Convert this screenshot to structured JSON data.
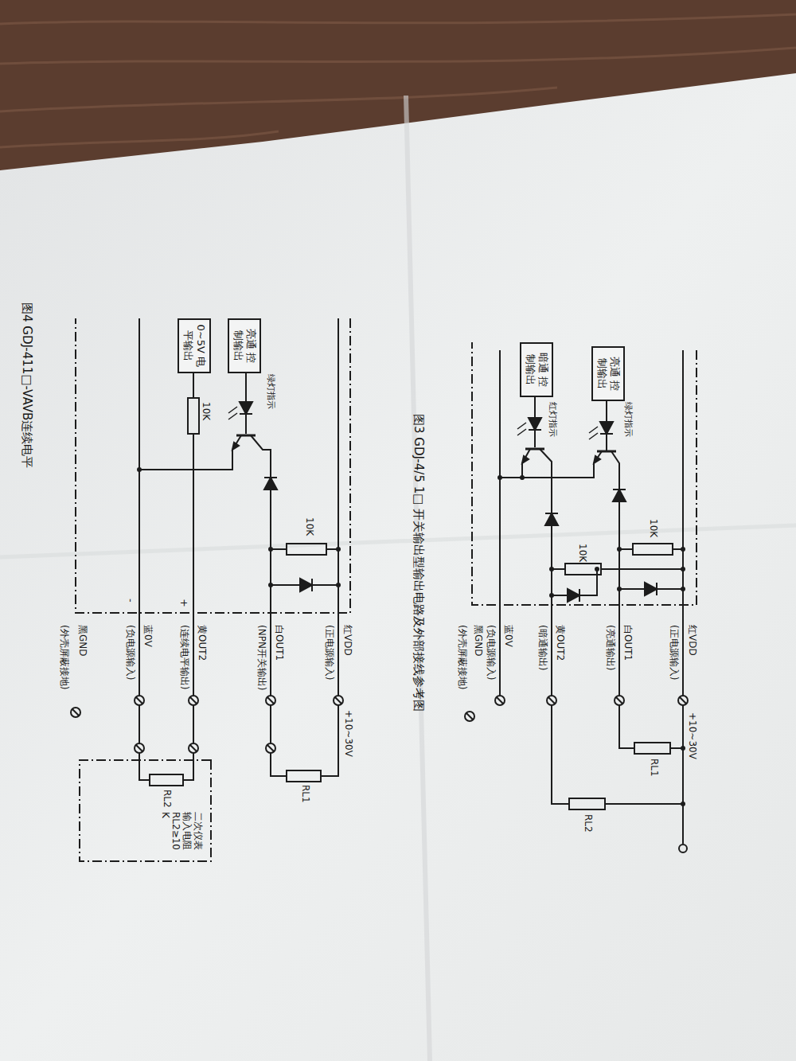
{
  "diagram": {
    "nodes": [
      {
        "text": [
          "亮通 控制输出"
        ]
      },
      {
        "text": [
          "暗通 控制输出"
        ]
      },
      {
        "text": [
          "亮通 控制输出"
        ]
      },
      {
        "text": [
          "0~5V 电平输出"
        ]
      }
    ],
    "labels": [
      "绿灯指示",
      "红灯指示",
      "10K",
      "10K",
      "红VDD",
      "(正电源输入)",
      "白OUT1",
      "(亮通输出)",
      "黄OUT2",
      "(暗通输出)",
      "蓝0V",
      "(负电源输入)",
      "黑GND",
      "(外壳屏蔽接地)",
      "+10~30V",
      "RL1",
      "RL2",
      "图3 GDJ-4/5 1□ 开关输出型输出电路及外部接线参考图",
      "绿灯指示",
      "10K",
      "10K",
      "红VDD",
      "(正电源输入)",
      "白OUT1",
      "(NPN开关输出)",
      "黄OUT2",
      "(连续电平输出)",
      "蓝0V",
      "(负电源输入)",
      "黑GND",
      "(外壳屏蔽接地)",
      "+10~30V",
      "+",
      "-",
      "RL1",
      "RL2",
      "二次仪表输入电阻RL2≥10K",
      "图4 GDJ-411□-VAVB连续电平"
    ]
  }
}
